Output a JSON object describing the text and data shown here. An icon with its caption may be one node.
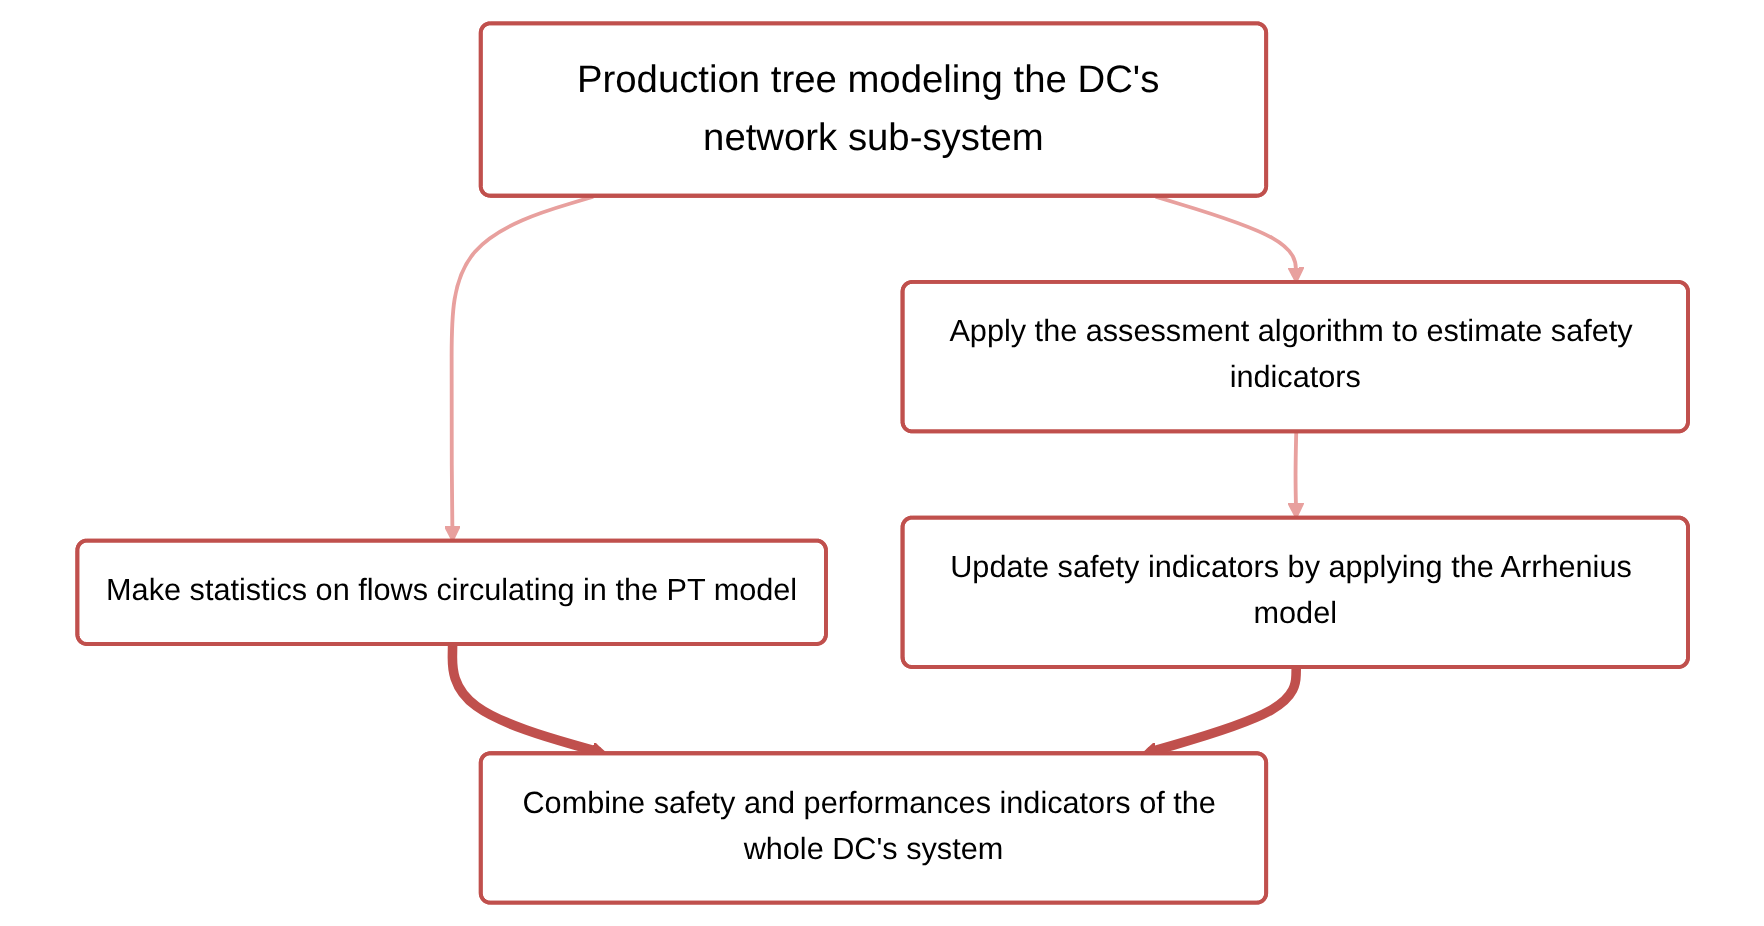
{
  "diagram": {
    "nodes": [
      {
        "text": [
          "Production tree modeling the DC's network sub-system"
        ]
      },
      {
        "text": [
          "Make statistics on flows circulating in the PT model"
        ]
      },
      {
        "text": [
          "Apply the assessment algorithm to estimate safety indicators"
        ]
      },
      {
        "text": [
          "Update safety indicators by applying the Arrhenius model"
        ]
      },
      {
        "text": [
          "Combine safety and performances indicators of the whole DC's system"
        ]
      }
    ],
    "edges": [
      {
        "from": 0,
        "to": 1,
        "arrow": "to"
      },
      {
        "from": 0,
        "to": 2,
        "arrow": "to"
      },
      {
        "from": 2,
        "to": 3,
        "arrow": "to"
      },
      {
        "from": 1,
        "to": 4,
        "arrow": "to",
        "style": "thick",
        "color": "#c0504d"
      },
      {
        "from": 3,
        "to": 4,
        "arrow": "to",
        "style": "thick",
        "color": "#c0504d"
      }
    ]
  }
}
